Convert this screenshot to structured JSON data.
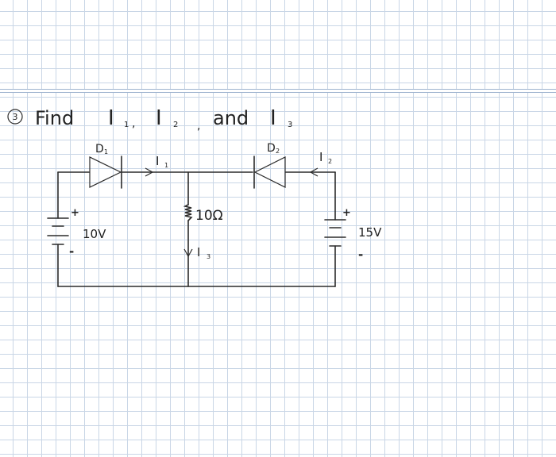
{
  "problem": {
    "number": "3",
    "find_word": "Find",
    "i1": "I",
    "i1_sub": "1",
    "sep1": ",",
    "i2": "I",
    "i2_sub": "2",
    "sep2": ",",
    "and_word": "and",
    "i3": "I",
    "i3_sub": "3"
  },
  "circuit": {
    "d1_label": "D",
    "d1_sub": "1",
    "d2_label": "D",
    "d2_sub": "2",
    "i1_label": "I",
    "i1_sub": "1",
    "i2_label": "I",
    "i2_sub": "2",
    "i3_label": "I",
    "i3_sub": "3",
    "resistor_label": "10Ω",
    "left_source_label": "10V",
    "left_plus": "+",
    "left_minus": "-",
    "right_source_label": "15V",
    "right_plus": "+",
    "right_minus": "-"
  }
}
